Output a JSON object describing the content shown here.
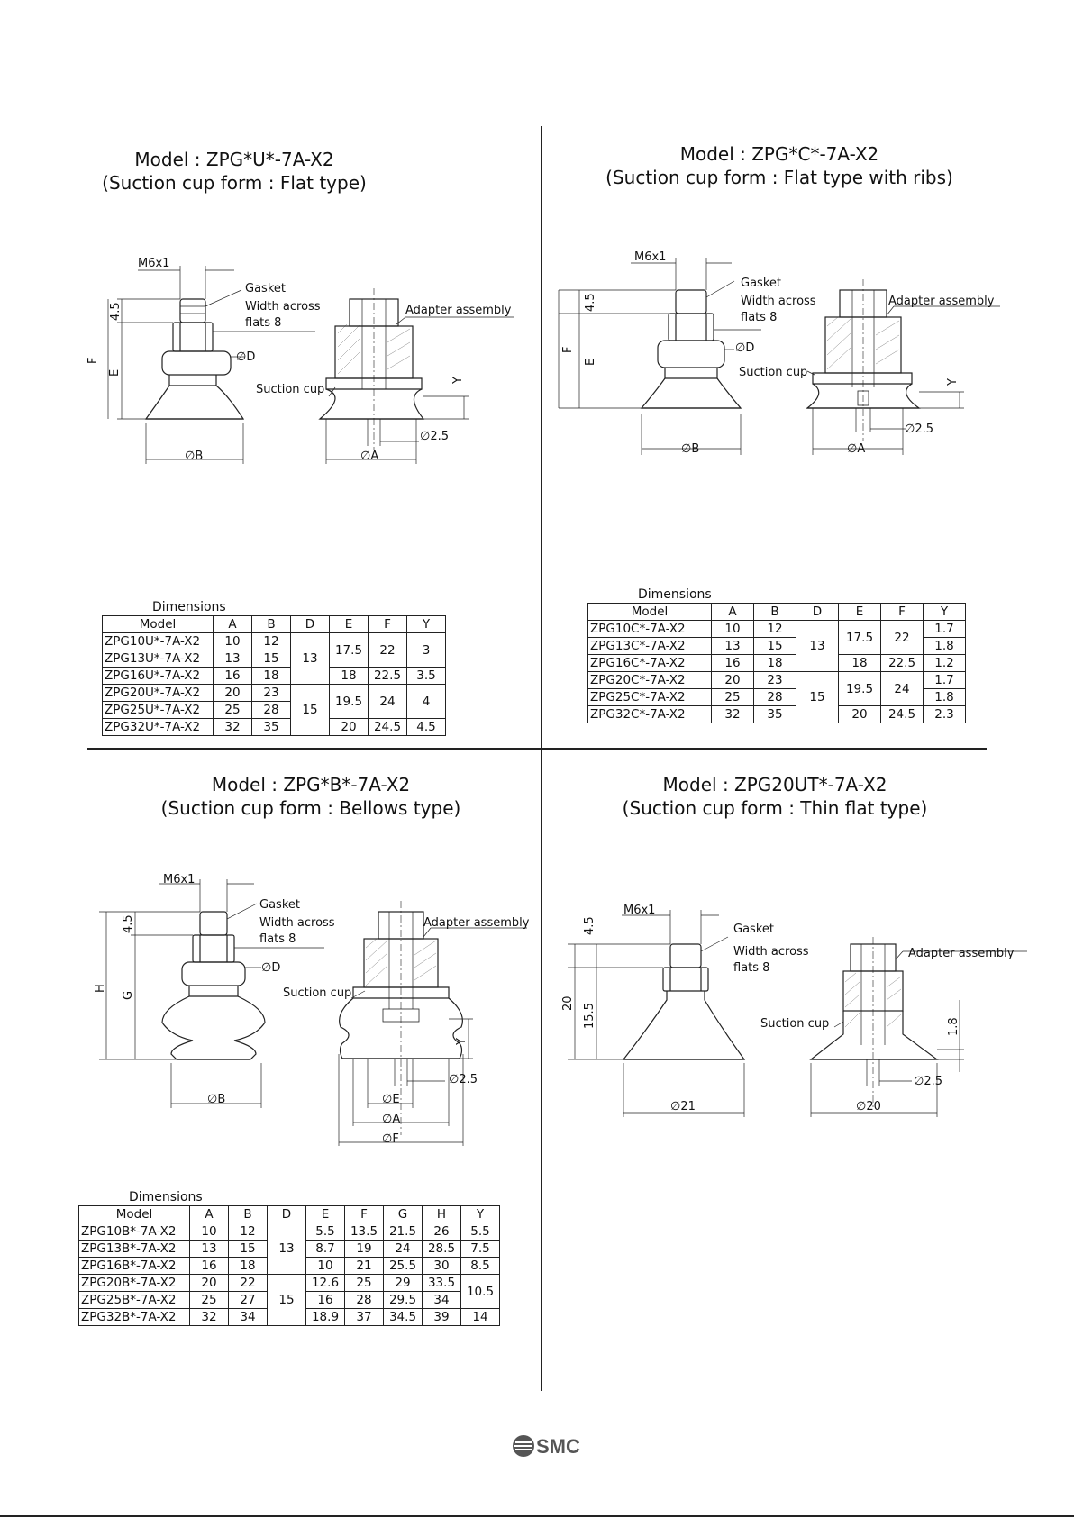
{
  "sections": [
    {
      "title_line1": "Model : ZPG*U*-7A-X2",
      "title_line2": "(Suction cup form : Flat type)",
      "labels": {
        "thread": "M6x1",
        "gasket": "Gasket",
        "width1": "Width across",
        "width2": "flats 8",
        "adapter": "Adapter assembly",
        "suction": "Suction cup",
        "dim45": "4.5",
        "dimF": "F",
        "dimE": "E",
        "dimD": "∅D",
        "dimB": "∅B",
        "dimA": "∅A",
        "dimY": "Y",
        "dim25": "∅2.5"
      },
      "table": {
        "caption": "Dimensions",
        "headers": [
          "Model",
          "A",
          "B",
          "D",
          "E",
          "F",
          "Y"
        ],
        "rows": [
          [
            "ZPG10U*-7A-X2",
            "10",
            "12",
            "13",
            "17.5",
            "22",
            "3"
          ],
          [
            "ZPG13U*-7A-X2",
            "13",
            "15",
            "",
            "",
            "",
            ""
          ],
          [
            "ZPG16U*-7A-X2",
            "16",
            "18",
            "",
            "18",
            "22.5",
            "3.5"
          ],
          [
            "ZPG20U*-7A-X2",
            "20",
            "23",
            "15",
            "19.5",
            "24",
            "4"
          ],
          [
            "ZPG25U*-7A-X2",
            "25",
            "28",
            "",
            "",
            "",
            ""
          ],
          [
            "ZPG32U*-7A-X2",
            "32",
            "35",
            "",
            "20",
            "24.5",
            "4.5"
          ]
        ]
      }
    },
    {
      "title_line1": "Model : ZPG*C*-7A-X2",
      "title_line2": "(Suction cup form : Flat type with ribs)",
      "labels": {
        "thread": "M6x1",
        "gasket": "Gasket",
        "width1": "Width across",
        "width2": "flats 8",
        "adapter": "Adapter assembly",
        "suction": "Suction cup",
        "dim45": "4.5",
        "dimF": "F",
        "dimE": "E",
        "dimD": "∅D",
        "dimB": "∅B",
        "dimA": "∅A",
        "dimY": "Y",
        "dim25": "∅2.5"
      },
      "table": {
        "caption": "Dimensions",
        "headers": [
          "Model",
          "A",
          "B",
          "D",
          "E",
          "F",
          "Y"
        ],
        "rows": [
          [
            "ZPG10C*-7A-X2",
            "10",
            "12",
            "13",
            "17.5",
            "22",
            "1.7"
          ],
          [
            "ZPG13C*-7A-X2",
            "13",
            "15",
            "",
            "",
            "",
            "1.8"
          ],
          [
            "ZPG16C*-7A-X2",
            "16",
            "18",
            "",
            "18",
            "22.5",
            "1.2"
          ],
          [
            "ZPG20C*-7A-X2",
            "20",
            "23",
            "15",
            "19.5",
            "24",
            "1.7"
          ],
          [
            "ZPG25C*-7A-X2",
            "25",
            "28",
            "",
            "",
            "",
            "1.8"
          ],
          [
            "ZPG32C*-7A-X2",
            "32",
            "35",
            "",
            "20",
            "24.5",
            "2.3"
          ]
        ]
      }
    },
    {
      "title_line1": "Model : ZPG*B*-7A-X2",
      "title_line2": "(Suction cup form : Bellows type)",
      "labels": {
        "thread": "M6x1",
        "gasket": "Gasket",
        "width1": "Width across",
        "width2": "flats 8",
        "adapter": "Adapter assembly",
        "suction": "Suction cup",
        "dim45": "4.5",
        "dimH": "H",
        "dimG": "G",
        "dimD": "∅D",
        "dimB": "∅B",
        "dimE": "∅E",
        "dimA": "∅A",
        "dimF": "∅F",
        "dimY": "Y",
        "dim25": "∅2.5"
      },
      "table": {
        "caption": "Dimensions",
        "headers": [
          "Model",
          "A",
          "B",
          "D",
          "E",
          "F",
          "G",
          "H",
          "Y"
        ],
        "rows": [
          [
            "ZPG10B*-7A-X2",
            "10",
            "12",
            "13",
            "5.5",
            "13.5",
            "21.5",
            "26",
            "5.5"
          ],
          [
            "ZPG13B*-7A-X2",
            "13",
            "15",
            "",
            "8.7",
            "19",
            "24",
            "28.5",
            "7.5"
          ],
          [
            "ZPG16B*-7A-X2",
            "16",
            "18",
            "",
            "10",
            "21",
            "25.5",
            "30",
            "8.5"
          ],
          [
            "ZPG20B*-7A-X2",
            "20",
            "22",
            "15",
            "12.6",
            "25",
            "29",
            "33.5",
            "10.5"
          ],
          [
            "ZPG25B*-7A-X2",
            "25",
            "27",
            "",
            "16",
            "28",
            "29.5",
            "34",
            ""
          ],
          [
            "ZPG32B*-7A-X2",
            "32",
            "34",
            "",
            "18.9",
            "37",
            "34.5",
            "39",
            "14"
          ]
        ]
      }
    },
    {
      "title_line1": "Model : ZPG20UT*-7A-X2",
      "title_line2": "(Suction cup form : Thin flat type)",
      "labels": {
        "thread": "M6x1",
        "gasket": "Gasket",
        "width1": "Width across",
        "width2": "flats 8",
        "adapter": "Adapter assembly",
        "suction": "Suction cup",
        "dim45": "4.5",
        "dim20": "20",
        "dim155": "15.5",
        "dim18": "1.8",
        "dim21": "∅21",
        "dim20b": "∅20",
        "dim25": "∅2.5"
      }
    }
  ],
  "footer": {
    "logo_text": "SMC"
  }
}
